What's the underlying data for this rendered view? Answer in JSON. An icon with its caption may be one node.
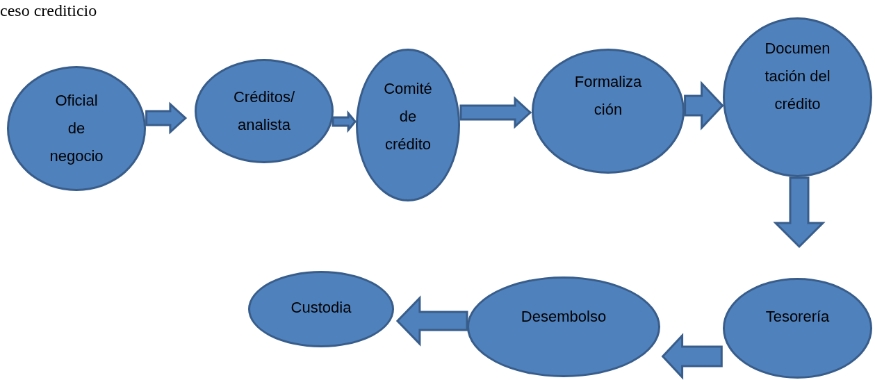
{
  "diagram": {
    "title": "ceso crediticio",
    "nodes": [
      {
        "text": [
          "Oficial de negocio"
        ]
      },
      {
        "text": [
          "Créditos/ analista"
        ]
      },
      {
        "text": [
          "Comité de crédito"
        ]
      },
      {
        "text": [
          "Formaliza ción"
        ]
      },
      {
        "text": [
          "Documen tación del crédito"
        ]
      },
      {
        "text": [
          "Tesorería"
        ]
      },
      {
        "text": [
          "Desembolso"
        ]
      },
      {
        "text": [
          "Custodia"
        ]
      }
    ],
    "edges": [
      {
        "from": 0,
        "to": 1,
        "arrow": "to"
      },
      {
        "from": 1,
        "to": 2,
        "arrow": "to"
      },
      {
        "from": 2,
        "to": 3,
        "arrow": "to"
      },
      {
        "from": 3,
        "to": 4,
        "arrow": "to"
      },
      {
        "from": 4,
        "to": 5,
        "arrow": "to"
      },
      {
        "from": 5,
        "to": 6,
        "arrow": "to"
      },
      {
        "from": 6,
        "to": 7,
        "arrow": "to"
      }
    ]
  }
}
